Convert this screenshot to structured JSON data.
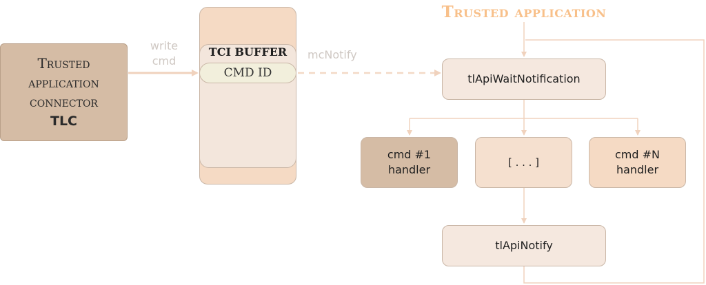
{
  "title": "Trusted application",
  "tlc": {
    "line1": "Trusted",
    "line2": "application",
    "line3": "connector",
    "line4": "TLC"
  },
  "edges": {
    "write_label_line1": "write",
    "write_label_line2": "cmd",
    "notify_label": "mcNotify"
  },
  "tci": {
    "title": "TCI BUFFER",
    "cmd_id": "CMD ID"
  },
  "nodes": {
    "wait": "tlApiWaitNotification",
    "handler_first_line1": "cmd #1",
    "handler_first_line2": "handler",
    "handler_middle": "[ . . . ]",
    "handler_last_line1": "cmd #N",
    "handler_last_line2": "handler",
    "notify": "tlApiNotify"
  },
  "colors": {
    "accent": "#f8c08a",
    "connector": "#f0d2bd",
    "tlc_fill": "#d5bca5",
    "buffer_fill": "#f5dac4",
    "node_fill": "#f5e8df"
  }
}
